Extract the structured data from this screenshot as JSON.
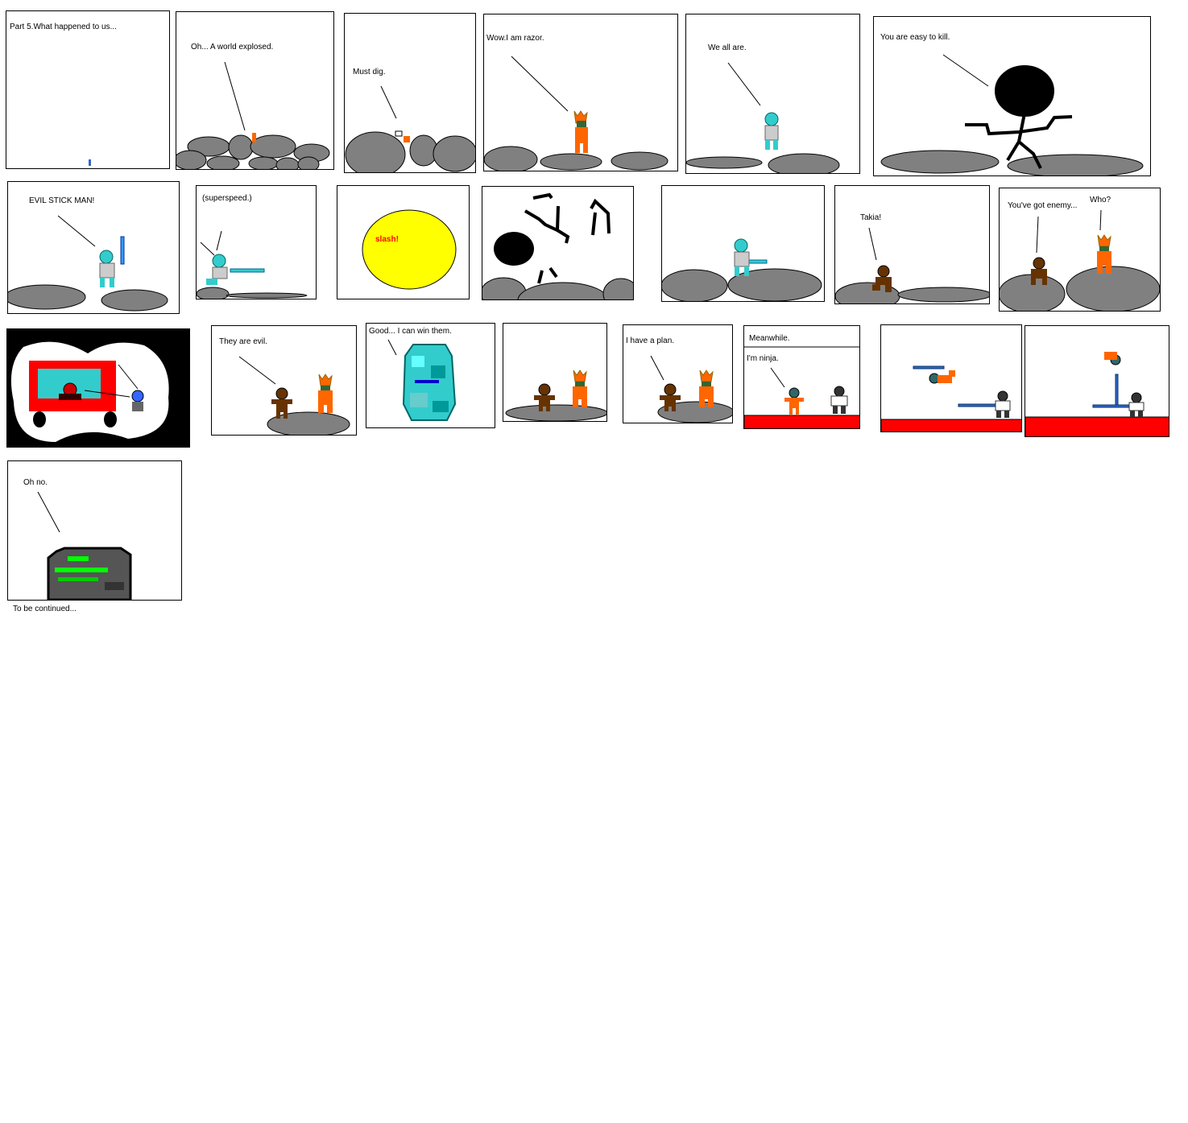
{
  "comic": {
    "panels": [
      {
        "caption": "Part 5.What happened to us..."
      },
      {
        "caption": "Oh... A world explosed."
      },
      {
        "caption": "Must dig."
      },
      {
        "caption": "Wow.I am razor."
      },
      {
        "caption": "We all are."
      },
      {
        "caption": "You are easy to kill."
      },
      {
        "caption": "EVIL STICK MAN!"
      },
      {
        "caption": "(superspeed.)"
      },
      {
        "caption": "slash!"
      },
      {
        "caption": ""
      },
      {
        "caption": ""
      },
      {
        "caption": "Takia!"
      },
      {
        "caption": "You've got enemy...",
        "caption2": "Who?"
      },
      {
        "caption": ""
      },
      {
        "caption": "They are evil."
      },
      {
        "caption": "Good... I can win them."
      },
      {
        "caption": ""
      },
      {
        "caption": "I have a plan."
      },
      {
        "caption": "Meanwhile.",
        "caption2": "I'm ninja."
      },
      {
        "caption": ""
      },
      {
        "caption": ""
      },
      {
        "caption": "Oh no."
      }
    ],
    "footer": "To be continued...",
    "colors": {
      "rock": "#808080",
      "orange": "#ff6600",
      "cyan": "#33cccc",
      "red": "#ff0000",
      "yellow": "#ffff00",
      "brown": "#663300",
      "green": "#00ff00"
    }
  }
}
